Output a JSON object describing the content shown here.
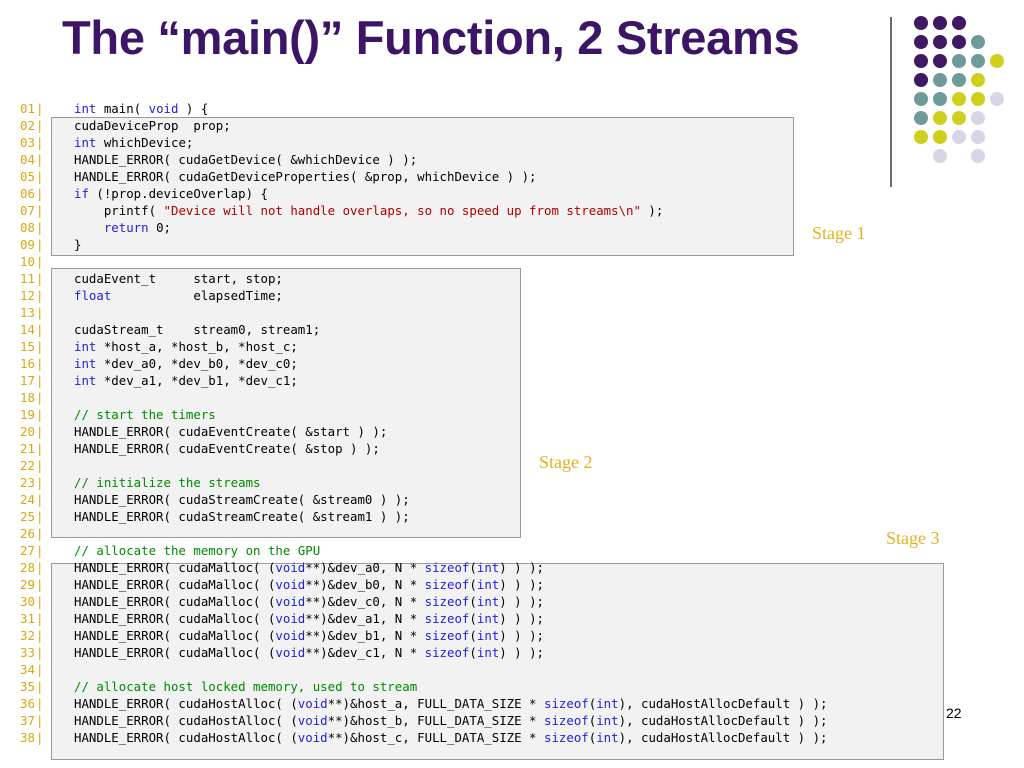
{
  "title": "The “main()” Function, 2 Streams",
  "page_number": "22",
  "stages": [
    "Stage 1",
    "Stage 2",
    "Stage 3"
  ],
  "colors": {
    "title": "#3d1566",
    "line_numbers": "#d9a70e",
    "stage_labels": "#e3b21f",
    "keywords": "#1f1fd8",
    "strings": "#b00000",
    "comments": "#008a00",
    "code_box_bg": "#f2f2f2",
    "dot_purple": "#3f1a63",
    "dot_teal": "#6f9a9a",
    "dot_yellow": "#cfcf1e",
    "dot_lavender": "#d6d6e6"
  },
  "code": [
    {
      "num": "01",
      "parts": [
        [
          "kw",
          "int"
        ],
        [
          "t",
          " main( "
        ],
        [
          "kw",
          "void"
        ],
        [
          "t",
          " ) {"
        ]
      ]
    },
    {
      "num": "02",
      "parts": [
        [
          "t",
          "cudaDeviceProp  prop;"
        ]
      ]
    },
    {
      "num": "03",
      "parts": [
        [
          "kw",
          "int"
        ],
        [
          "t",
          " whichDevice;"
        ]
      ]
    },
    {
      "num": "04",
      "parts": [
        [
          "t",
          "HANDLE_ERROR( cudaGetDevice( &whichDevice ) );"
        ]
      ]
    },
    {
      "num": "05",
      "parts": [
        [
          "t",
          "HANDLE_ERROR( cudaGetDeviceProperties( &prop, whichDevice ) );"
        ]
      ]
    },
    {
      "num": "06",
      "parts": [
        [
          "kw",
          "if"
        ],
        [
          "t",
          " (!prop.deviceOverlap) {"
        ]
      ]
    },
    {
      "num": "07",
      "parts": [
        [
          "t",
          "    printf( "
        ],
        [
          "str",
          "\"Device will not handle overlaps, so no speed up from streams\\n\""
        ],
        [
          "t",
          " );"
        ]
      ]
    },
    {
      "num": "08",
      "parts": [
        [
          "t",
          "    "
        ],
        [
          "kw",
          "return"
        ],
        [
          "t",
          " 0;"
        ]
      ]
    },
    {
      "num": "09",
      "parts": [
        [
          "t",
          "}"
        ]
      ]
    },
    {
      "num": "10",
      "parts": []
    },
    {
      "num": "11",
      "parts": [
        [
          "t",
          "cudaEvent_t     start, stop;"
        ]
      ]
    },
    {
      "num": "12",
      "parts": [
        [
          "kw",
          "float"
        ],
        [
          "t",
          "           elapsedTime;"
        ]
      ]
    },
    {
      "num": "13",
      "parts": []
    },
    {
      "num": "14",
      "parts": [
        [
          "t",
          "cudaStream_t    stream0, stream1;"
        ]
      ]
    },
    {
      "num": "15",
      "parts": [
        [
          "kw",
          "int"
        ],
        [
          "t",
          " *host_a, *host_b, *host_c;"
        ]
      ]
    },
    {
      "num": "16",
      "parts": [
        [
          "kw",
          "int"
        ],
        [
          "t",
          " *dev_a0, *dev_b0, *dev_c0;"
        ]
      ]
    },
    {
      "num": "17",
      "parts": [
        [
          "kw",
          "int"
        ],
        [
          "t",
          " *dev_a1, *dev_b1, *dev_c1;"
        ]
      ]
    },
    {
      "num": "18",
      "parts": []
    },
    {
      "num": "19",
      "parts": [
        [
          "cm",
          "// start the timers"
        ]
      ]
    },
    {
      "num": "20",
      "parts": [
        [
          "t",
          "HANDLE_ERROR( cudaEventCreate( &start ) );"
        ]
      ]
    },
    {
      "num": "21",
      "parts": [
        [
          "t",
          "HANDLE_ERROR( cudaEventCreate( &stop ) );"
        ]
      ]
    },
    {
      "num": "22",
      "parts": []
    },
    {
      "num": "23",
      "parts": [
        [
          "cm",
          "// initialize the streams"
        ]
      ]
    },
    {
      "num": "24",
      "parts": [
        [
          "t",
          "HANDLE_ERROR( cudaStreamCreate( &stream0 ) );"
        ]
      ]
    },
    {
      "num": "25",
      "parts": [
        [
          "t",
          "HANDLE_ERROR( cudaStreamCreate( &stream1 ) );"
        ]
      ]
    },
    {
      "num": "26",
      "parts": []
    },
    {
      "num": "27",
      "parts": [
        [
          "cm",
          "// allocate the memory on the GPU"
        ]
      ]
    },
    {
      "num": "28",
      "parts": [
        [
          "t",
          "HANDLE_ERROR( cudaMalloc( ("
        ],
        [
          "kw",
          "void"
        ],
        [
          "t",
          "**)&dev_a0, N * "
        ],
        [
          "kw",
          "sizeof"
        ],
        [
          "t",
          "("
        ],
        [
          "kw",
          "int"
        ],
        [
          "t",
          ") ) );"
        ]
      ]
    },
    {
      "num": "29",
      "parts": [
        [
          "t",
          "HANDLE_ERROR( cudaMalloc( ("
        ],
        [
          "kw",
          "void"
        ],
        [
          "t",
          "**)&dev_b0, N * "
        ],
        [
          "kw",
          "sizeof"
        ],
        [
          "t",
          "("
        ],
        [
          "kw",
          "int"
        ],
        [
          "t",
          ") ) );"
        ]
      ]
    },
    {
      "num": "30",
      "parts": [
        [
          "t",
          "HANDLE_ERROR( cudaMalloc( ("
        ],
        [
          "kw",
          "void"
        ],
        [
          "t",
          "**)&dev_c0, N * "
        ],
        [
          "kw",
          "sizeof"
        ],
        [
          "t",
          "("
        ],
        [
          "kw",
          "int"
        ],
        [
          "t",
          ") ) );"
        ]
      ]
    },
    {
      "num": "31",
      "parts": [
        [
          "t",
          "HANDLE_ERROR( cudaMalloc( ("
        ],
        [
          "kw",
          "void"
        ],
        [
          "t",
          "**)&dev_a1, N * "
        ],
        [
          "kw",
          "sizeof"
        ],
        [
          "t",
          "("
        ],
        [
          "kw",
          "int"
        ],
        [
          "t",
          ") ) );"
        ]
      ]
    },
    {
      "num": "32",
      "parts": [
        [
          "t",
          "HANDLE_ERROR( cudaMalloc( ("
        ],
        [
          "kw",
          "void"
        ],
        [
          "t",
          "**)&dev_b1, N * "
        ],
        [
          "kw",
          "sizeof"
        ],
        [
          "t",
          "("
        ],
        [
          "kw",
          "int"
        ],
        [
          "t",
          ") ) );"
        ]
      ]
    },
    {
      "num": "33",
      "parts": [
        [
          "t",
          "HANDLE_ERROR( cudaMalloc( ("
        ],
        [
          "kw",
          "void"
        ],
        [
          "t",
          "**)&dev_c1, N * "
        ],
        [
          "kw",
          "sizeof"
        ],
        [
          "t",
          "("
        ],
        [
          "kw",
          "int"
        ],
        [
          "t",
          ") ) );"
        ]
      ]
    },
    {
      "num": "34",
      "parts": []
    },
    {
      "num": "35",
      "parts": [
        [
          "cm",
          "// allocate host locked memory, used to stream"
        ]
      ]
    },
    {
      "num": "36",
      "parts": [
        [
          "t",
          "HANDLE_ERROR( cudaHostAlloc( ("
        ],
        [
          "kw",
          "void"
        ],
        [
          "t",
          "**)&host_a, FULL_DATA_SIZE * "
        ],
        [
          "kw",
          "sizeof"
        ],
        [
          "t",
          "("
        ],
        [
          "kw",
          "int"
        ],
        [
          "t",
          "), cudaHostAllocDefault ) );"
        ]
      ]
    },
    {
      "num": "37",
      "parts": [
        [
          "t",
          "HANDLE_ERROR( cudaHostAlloc( ("
        ],
        [
          "kw",
          "void"
        ],
        [
          "t",
          "**)&host_b, FULL_DATA_SIZE * "
        ],
        [
          "kw",
          "sizeof"
        ],
        [
          "t",
          "("
        ],
        [
          "kw",
          "int"
        ],
        [
          "t",
          "), cudaHostAllocDefault ) );"
        ]
      ]
    },
    {
      "num": "38",
      "parts": [
        [
          "t",
          "HANDLE_ERROR( cudaHostAlloc( ("
        ],
        [
          "kw",
          "void"
        ],
        [
          "t",
          "**)&host_c, FULL_DATA_SIZE * "
        ],
        [
          "kw",
          "sizeof"
        ],
        [
          "t",
          "("
        ],
        [
          "kw",
          "int"
        ],
        [
          "t",
          "), cudaHostAllocDefault ) );"
        ]
      ]
    }
  ],
  "decor_dots": [
    "purple",
    "purple",
    "purple",
    "purple",
    "purple",
    "purple",
    "teal",
    "purple",
    "purple",
    "teal",
    "teal",
    "yellow",
    "purple",
    "teal",
    "teal",
    "yellow",
    "teal",
    "teal",
    "yellow",
    "yellow",
    "lavender",
    "teal",
    "yellow",
    "yellow",
    "lavender",
    "yellow",
    "yellow",
    "lavender",
    "lavender",
    "lavender",
    "lavender"
  ]
}
